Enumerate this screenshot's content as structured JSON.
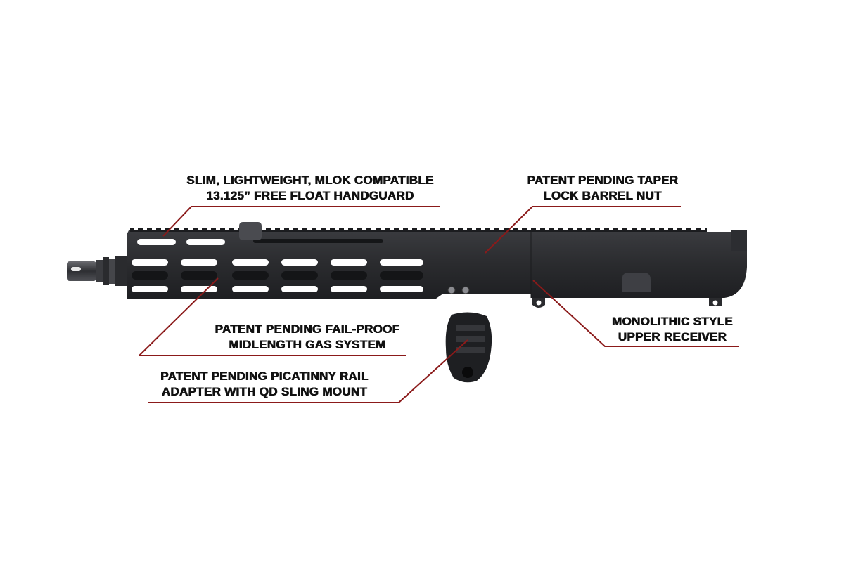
{
  "image": {
    "subject": "AR-style upper receiver with handguard",
    "background": "#ffffff",
    "leader_color": "#8b1a1a",
    "product_color": "#2a2b2e"
  },
  "callouts": [
    {
      "id": "handguard",
      "line1": "SLIM, LIGHTWEIGHT, MLOK COMPATIBLE",
      "line2": "13.125” FREE FLOAT HANDGUARD"
    },
    {
      "id": "barrel-nut",
      "line1": "PATENT PENDING TAPER",
      "line2": "LOCK BARREL NUT"
    },
    {
      "id": "gas-system",
      "line1": "PATENT PENDING FAIL-PROOF",
      "line2": "MIDLENGTH GAS SYSTEM"
    },
    {
      "id": "rail-adapter",
      "line1": "PATENT PENDING PICATINNY RAIL",
      "line2": "ADAPTER WITH QD SLING MOUNT"
    },
    {
      "id": "upper-receiver",
      "line1": "MONOLITHIC STYLE",
      "line2": "UPPER RECEIVER"
    }
  ]
}
